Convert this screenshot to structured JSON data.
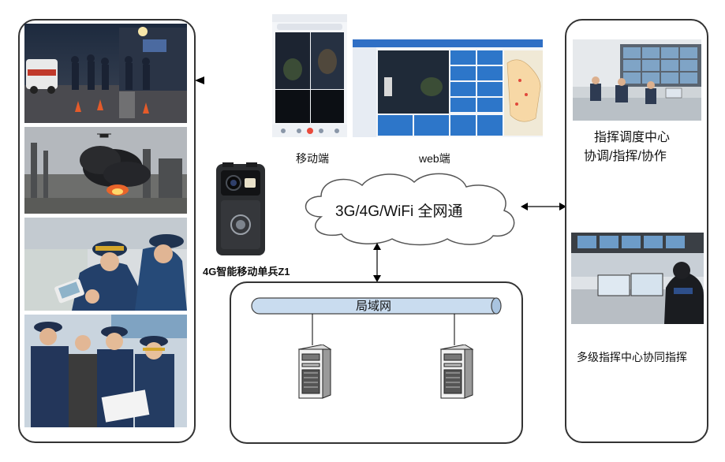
{
  "screens": {
    "mobile_label": "移动端",
    "web_label": "web端"
  },
  "device": {
    "label": "4G智能移动单兵Z1"
  },
  "network": {
    "cloud_label": "3G/4G/WiFi 全网通",
    "lan_label": "局域网"
  },
  "right_panel": {
    "center_title_line1": "指挥调度中心",
    "center_title_line2": "协调/指挥/协作",
    "multilevel_label": "多级指挥中心协同指挥"
  },
  "colors": {
    "panel_border": "#333333",
    "lan_bar": "#c9dcef",
    "arrow": "#000000"
  }
}
